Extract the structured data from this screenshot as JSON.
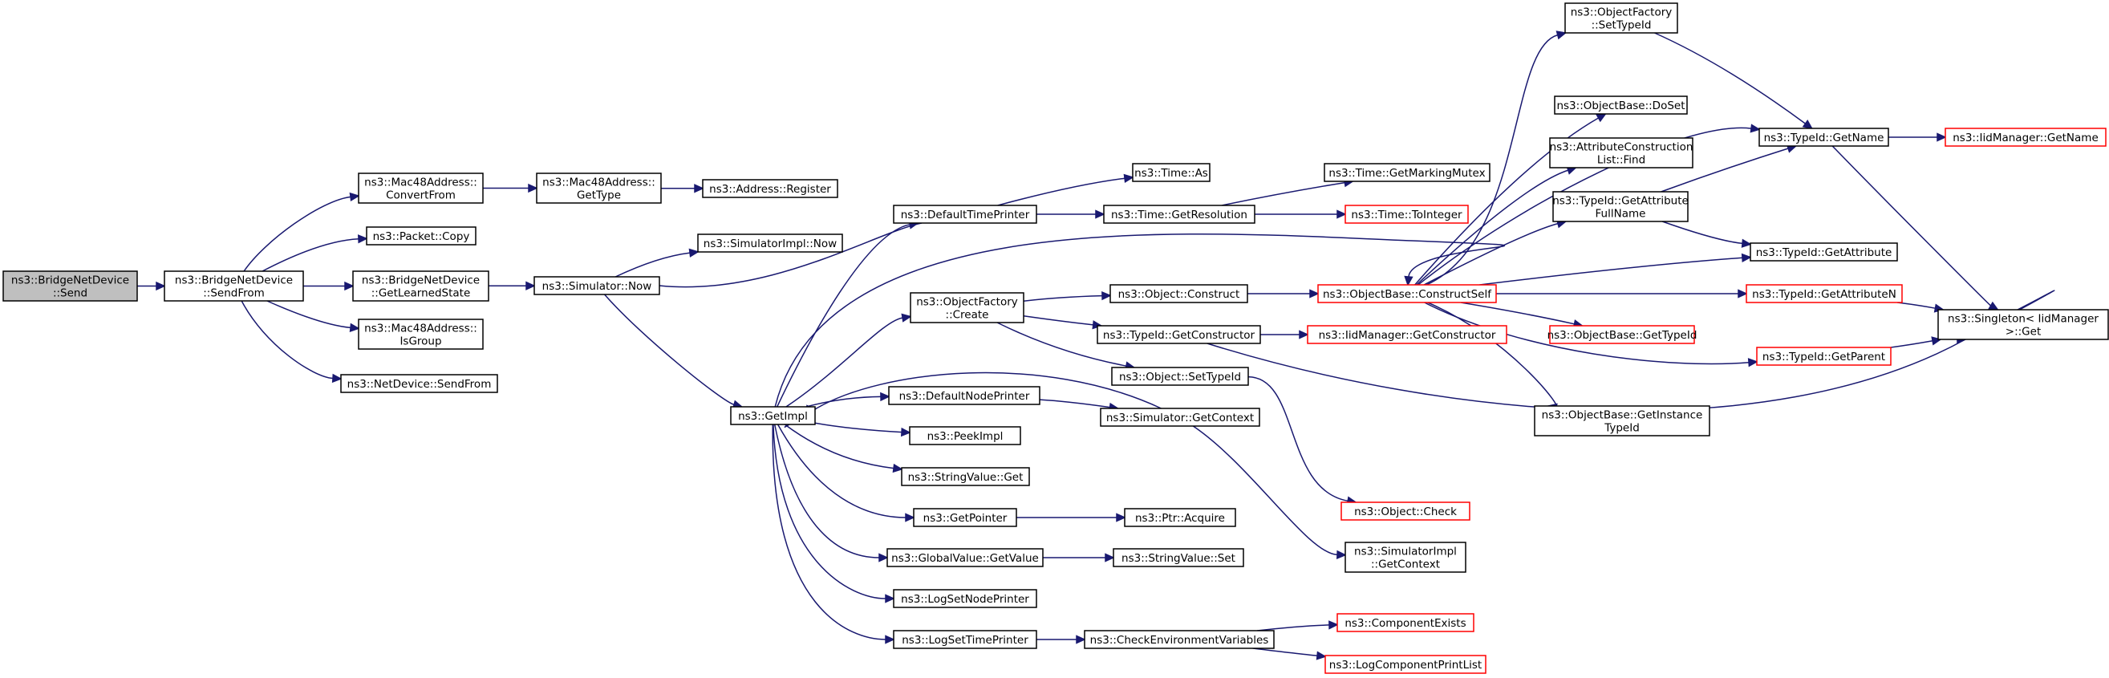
{
  "colors": {
    "edge": "#191970",
    "node_border": "#000000",
    "node_border_truncated": "#ff0000",
    "node_fill": "#ffffff",
    "root_fill": "#bfbfbf",
    "text": "#000000"
  },
  "graph": {
    "nodes": [
      {
        "id": "n_send",
        "lines": [
          "ns3::BridgeNetDevice",
          "::Send"
        ],
        "style": "root"
      },
      {
        "id": "n_sendfrom",
        "lines": [
          "ns3::BridgeNetDevice",
          "::SendFrom"
        ],
        "style": "normal"
      },
      {
        "id": "n_convertfrom",
        "lines": [
          "ns3::Mac48Address::",
          "ConvertFrom"
        ],
        "style": "normal"
      },
      {
        "id": "n_packetcopy",
        "lines": [
          "ns3::Packet::Copy"
        ],
        "style": "normal"
      },
      {
        "id": "n_getlearned",
        "lines": [
          "ns3::BridgeNetDevice",
          "::GetLearnedState"
        ],
        "style": "normal"
      },
      {
        "id": "n_isgroup",
        "lines": [
          "ns3::Mac48Address::",
          "IsGroup"
        ],
        "style": "normal"
      },
      {
        "id": "n_netdevsendfrom",
        "lines": [
          "ns3::NetDevice::SendFrom"
        ],
        "style": "normal"
      },
      {
        "id": "n_mac48gettype",
        "lines": [
          "ns3::Mac48Address::",
          "GetType"
        ],
        "style": "normal"
      },
      {
        "id": "n_addrregister",
        "lines": [
          "ns3::Address::Register"
        ],
        "style": "normal"
      },
      {
        "id": "n_simnow",
        "lines": [
          "ns3::Simulator::Now"
        ],
        "style": "normal"
      },
      {
        "id": "n_simimplnow",
        "lines": [
          "ns3::SimulatorImpl::Now"
        ],
        "style": "normal"
      },
      {
        "id": "n_getimpl",
        "lines": [
          "ns3::GetImpl"
        ],
        "style": "normal"
      },
      {
        "id": "n_deftimeprinter",
        "lines": [
          "ns3::DefaultTimePrinter"
        ],
        "style": "normal"
      },
      {
        "id": "n_timeas",
        "lines": [
          "ns3::Time::As"
        ],
        "style": "normal"
      },
      {
        "id": "n_timegetres",
        "lines": [
          "ns3::Time::GetResolution"
        ],
        "style": "normal"
      },
      {
        "id": "n_timemarkmutex",
        "lines": [
          "ns3::Time::GetMarkingMutex"
        ],
        "style": "normal"
      },
      {
        "id": "n_timetoint",
        "lines": [
          "ns3::Time::ToInteger"
        ],
        "style": "truncated"
      },
      {
        "id": "n_objfactcreate",
        "lines": [
          "ns3::ObjectFactory",
          "::Create"
        ],
        "style": "normal"
      },
      {
        "id": "n_objconstruct",
        "lines": [
          "ns3::Object::Construct"
        ],
        "style": "normal"
      },
      {
        "id": "n_typegetctor",
        "lines": [
          "ns3::TypeId::GetConstructor"
        ],
        "style": "normal"
      },
      {
        "id": "n_objsettypeid",
        "lines": [
          "ns3::Object::SetTypeId"
        ],
        "style": "normal"
      },
      {
        "id": "n_defnodeprinter",
        "lines": [
          "ns3::DefaultNodePrinter"
        ],
        "style": "normal"
      },
      {
        "id": "n_simgetctx",
        "lines": [
          "ns3::Simulator::GetContext"
        ],
        "style": "normal"
      },
      {
        "id": "n_peekimpl",
        "lines": [
          "ns3::PeekImpl"
        ],
        "style": "normal"
      },
      {
        "id": "n_strvalget",
        "lines": [
          "ns3::StringValue::Get"
        ],
        "style": "normal"
      },
      {
        "id": "n_getpointer",
        "lines": [
          "ns3::GetPointer"
        ],
        "style": "normal"
      },
      {
        "id": "n_ptracquire",
        "lines": [
          "ns3::Ptr::Acquire"
        ],
        "style": "normal"
      },
      {
        "id": "n_globvalget",
        "lines": [
          "ns3::GlobalValue::GetValue"
        ],
        "style": "normal"
      },
      {
        "id": "n_strvalset",
        "lines": [
          "ns3::StringValue::Set"
        ],
        "style": "normal"
      },
      {
        "id": "n_logsetnode",
        "lines": [
          "ns3::LogSetNodePrinter"
        ],
        "style": "normal"
      },
      {
        "id": "n_logsettime",
        "lines": [
          "ns3::LogSetTimePrinter"
        ],
        "style": "normal"
      },
      {
        "id": "n_checkenv",
        "lines": [
          "ns3::CheckEnvironmentVariables"
        ],
        "style": "normal"
      },
      {
        "id": "n_compexists",
        "lines": [
          "ns3::ComponentExists"
        ],
        "style": "truncated"
      },
      {
        "id": "n_logcompprint",
        "lines": [
          "ns3::LogComponentPrintList"
        ],
        "style": "truncated"
      },
      {
        "id": "n_objfactsettype",
        "lines": [
          "ns3::ObjectFactory",
          "::SetTypeId"
        ],
        "style": "normal"
      },
      {
        "id": "n_objbasedoset",
        "lines": [
          "ns3::ObjectBase::DoSet"
        ],
        "style": "normal"
      },
      {
        "id": "n_attrconstrfind",
        "lines": [
          "ns3::AttributeConstruction",
          "List::Find"
        ],
        "style": "normal"
      },
      {
        "id": "n_typegetattrfull",
        "lines": [
          "ns3::TypeId::GetAttribute",
          "FullName"
        ],
        "style": "normal"
      },
      {
        "id": "n_objbaseconstructself",
        "lines": [
          "ns3::ObjectBase::ConstructSelf"
        ],
        "style": "truncated"
      },
      {
        "id": "n_iidgetctor",
        "lines": [
          "ns3::IidManager::GetConstructor"
        ],
        "style": "truncated"
      },
      {
        "id": "n_objbasegettypeid",
        "lines": [
          "ns3::ObjectBase::GetTypeId"
        ],
        "style": "truncated"
      },
      {
        "id": "n_objbasegetinst",
        "lines": [
          "ns3::ObjectBase::GetInstance",
          "TypeId"
        ],
        "style": "normal"
      },
      {
        "id": "n_objcheck",
        "lines": [
          "ns3::Object::Check"
        ],
        "style": "truncated"
      },
      {
        "id": "n_simimplgetctx",
        "lines": [
          "ns3::SimulatorImpl",
          "::GetContext"
        ],
        "style": "normal"
      },
      {
        "id": "n_typegetname",
        "lines": [
          "ns3::TypeId::GetName"
        ],
        "style": "normal"
      },
      {
        "id": "n_iidgetname",
        "lines": [
          "ns3::IidManager::GetName"
        ],
        "style": "truncated"
      },
      {
        "id": "n_typegetattr",
        "lines": [
          "ns3::TypeId::GetAttribute"
        ],
        "style": "normal"
      },
      {
        "id": "n_typegetattrn",
        "lines": [
          "ns3::TypeId::GetAttributeN"
        ],
        "style": "truncated"
      },
      {
        "id": "n_typegetparent",
        "lines": [
          "ns3::TypeId::GetParent"
        ],
        "style": "truncated"
      },
      {
        "id": "n_singletonget",
        "lines": [
          "ns3::Singleton< IidManager",
          " >::Get"
        ],
        "style": "normal"
      }
    ]
  }
}
